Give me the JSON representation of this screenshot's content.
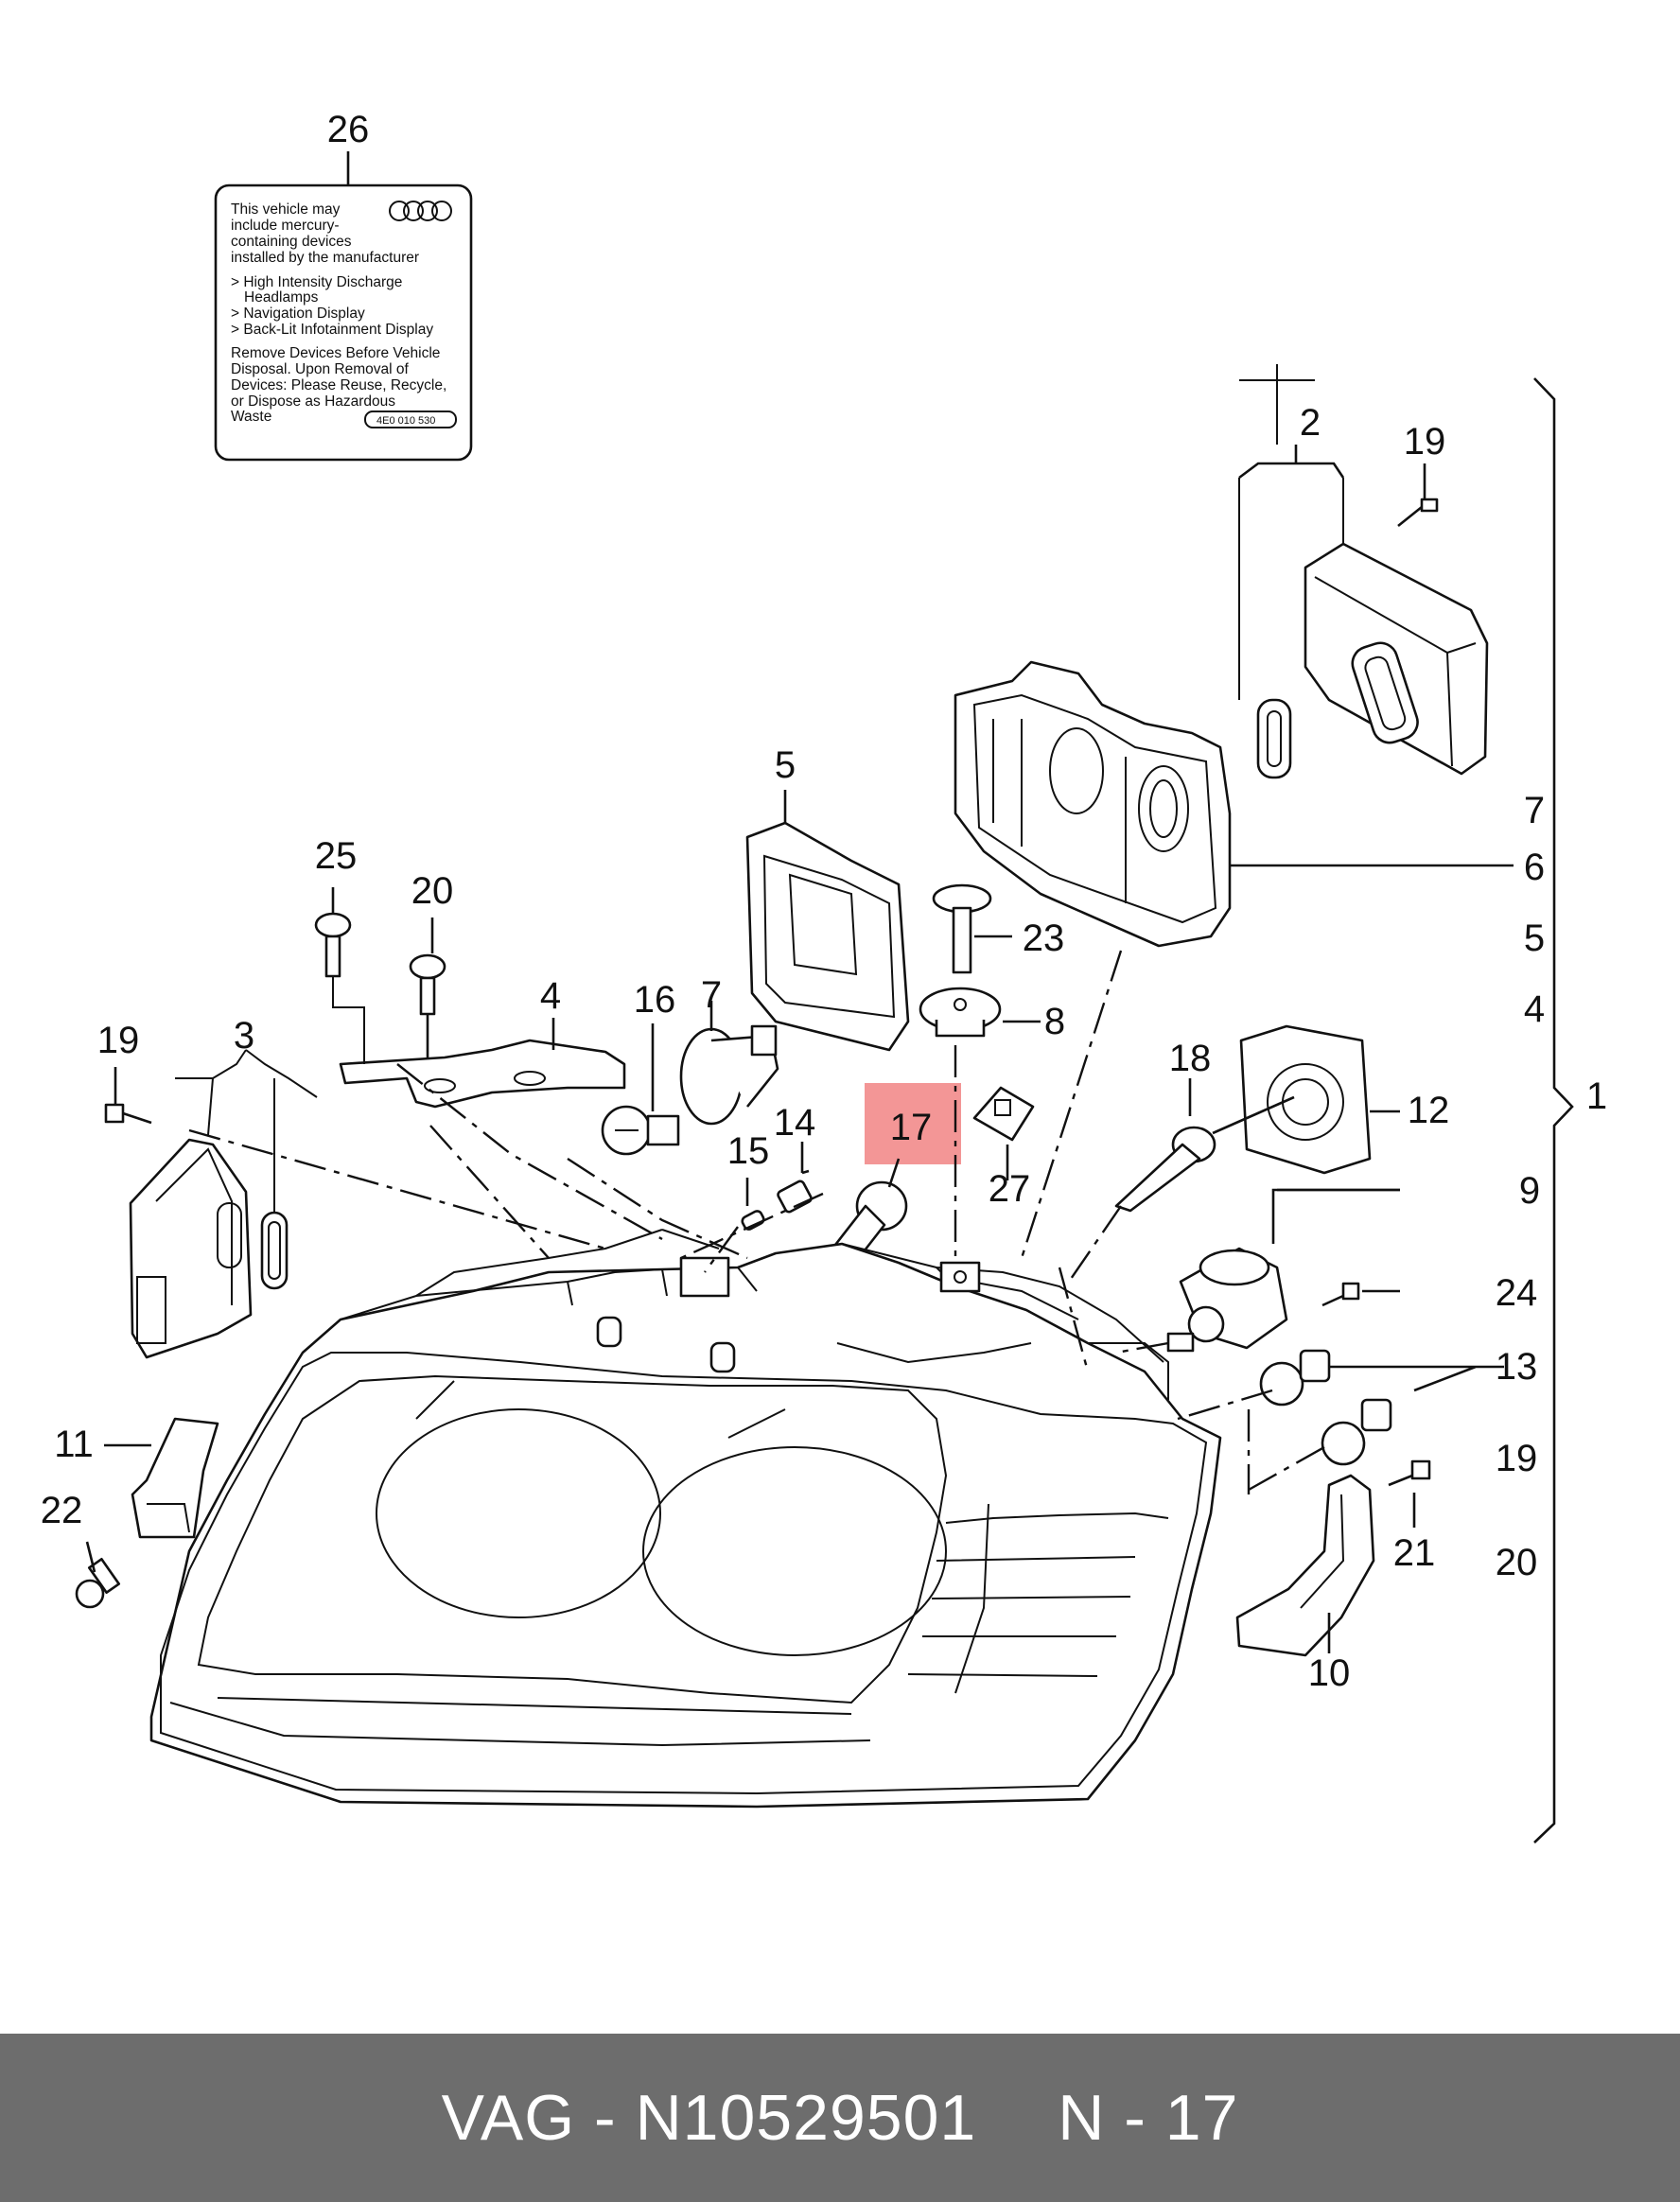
{
  "sticker": {
    "lines": [
      "This vehicle may",
      "include mercury-",
      "containing devices",
      "installed by the manufacturer",
      "> High Intensity Discharge",
      "Headlamps",
      "> Navigation Display",
      "> Back-Lit Infotainment Display",
      "Remove Devices Before Vehicle",
      "Disposal. Upon Removal of",
      "Devices: Please Reuse, Recycle,",
      "or Dispose as Hazardous",
      "Waste"
    ],
    "code": "4E0 010 530",
    "logo": "four-rings-logo"
  },
  "callouts": {
    "c26": "26",
    "c2": "2",
    "c19a": "19",
    "c7r": "7",
    "c6": "6",
    "c5r": "5",
    "c4r": "4",
    "c1": "1",
    "c5": "5",
    "c25": "25",
    "c20a": "20",
    "c4": "4",
    "c16": "16",
    "c7": "7",
    "c23": "23",
    "c8": "8",
    "c19b": "19",
    "c3": "3",
    "c15": "15",
    "c14": "14",
    "c17": "17",
    "c27": "27",
    "c18": "18",
    "c12": "12",
    "c9": "9",
    "c24": "24",
    "c13": "13",
    "c19c": "19",
    "c20b": "20",
    "c11": "11",
    "c22": "22",
    "c21": "21",
    "c10": "10"
  },
  "highlight": {
    "label": "17",
    "color": "#f28b8b"
  },
  "footer": {
    "left": "VAG - N10529501",
    "right": "N - 17",
    "background": "#6d6d6d",
    "color": "#ffffff"
  }
}
